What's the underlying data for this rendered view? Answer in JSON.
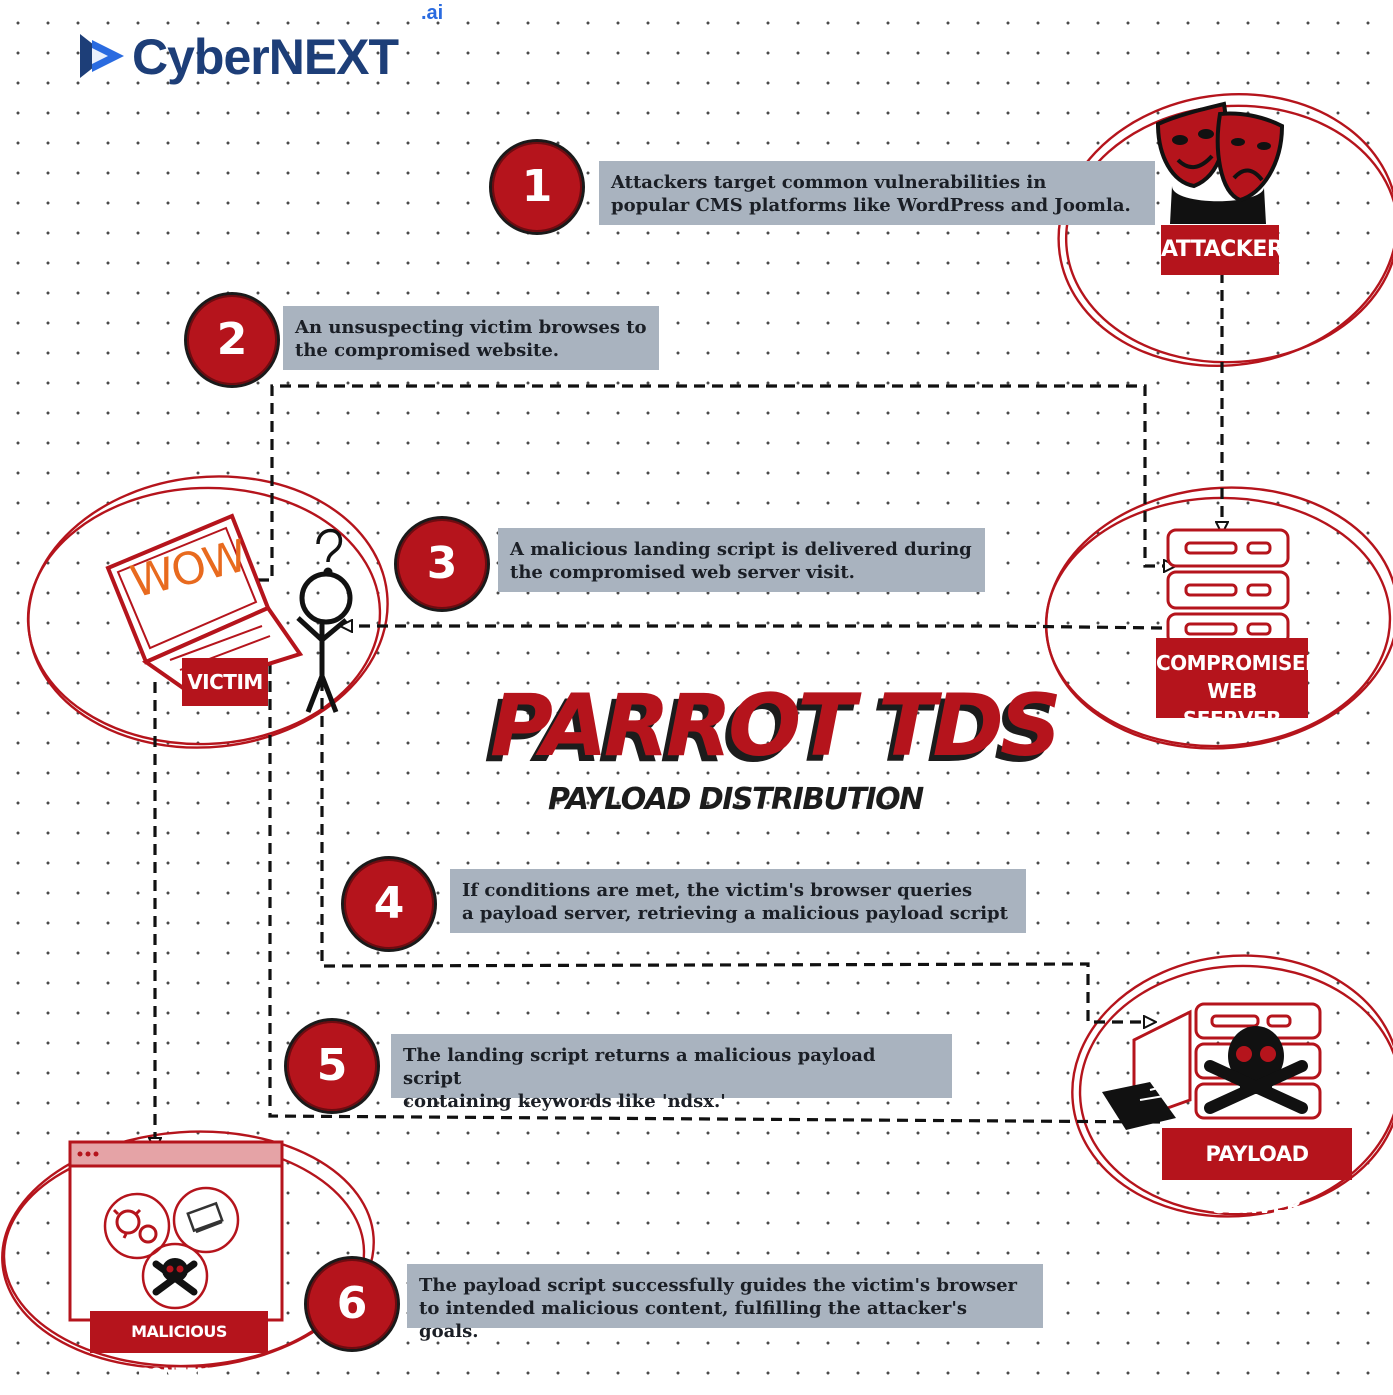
{
  "brand": {
    "name": "CyberNEXT",
    "suffix": ".ai",
    "colors": {
      "navy": "#1d3e78",
      "blue": "#2a6be0"
    }
  },
  "diagram": {
    "title": "PARROT TDS",
    "subtitle": "PAYLOAD DISTRIBUTION",
    "accent_color": "#b5141c",
    "panel_color": "#a9b3bf"
  },
  "steps": [
    {
      "number": "1",
      "text": "Attackers target common vulnerabilities in\npopular CMS platforms like WordPress and Joomla."
    },
    {
      "number": "2",
      "text": "An unsuspecting victim browses to\nthe compromised website."
    },
    {
      "number": "3",
      "text": "A malicious landing script is delivered during\nthe compromised web server visit."
    },
    {
      "number": "4",
      "text": "If conditions are met, the victim's browser queries\na payload server, retrieving a malicious payload script"
    },
    {
      "number": "5",
      "text": "The landing script returns a malicious payload script\ncontaining keywords like 'ndsx.'"
    },
    {
      "number": "6",
      "text": "The payload script successfully guides the victim's browser\nto intended malicious content, fulfilling the attacker's goals."
    }
  ],
  "actors": {
    "attacker": {
      "label": "ATTACKER",
      "icon": "theater-masks-icon"
    },
    "victim": {
      "label": "VICTIM",
      "icon": "laptop-person-icon",
      "screen_text": "WOW"
    },
    "web_server": {
      "label": "COMPROMISED\nWEB SEFRVER",
      "icon": "server-stack-icon"
    },
    "payload_server": {
      "label": "PAYLOAD SERVER",
      "icon": "skull-server-icon"
    },
    "malicious_content": {
      "label": "MALICIOUS CONTENT",
      "icon": "browser-window-icon"
    }
  }
}
